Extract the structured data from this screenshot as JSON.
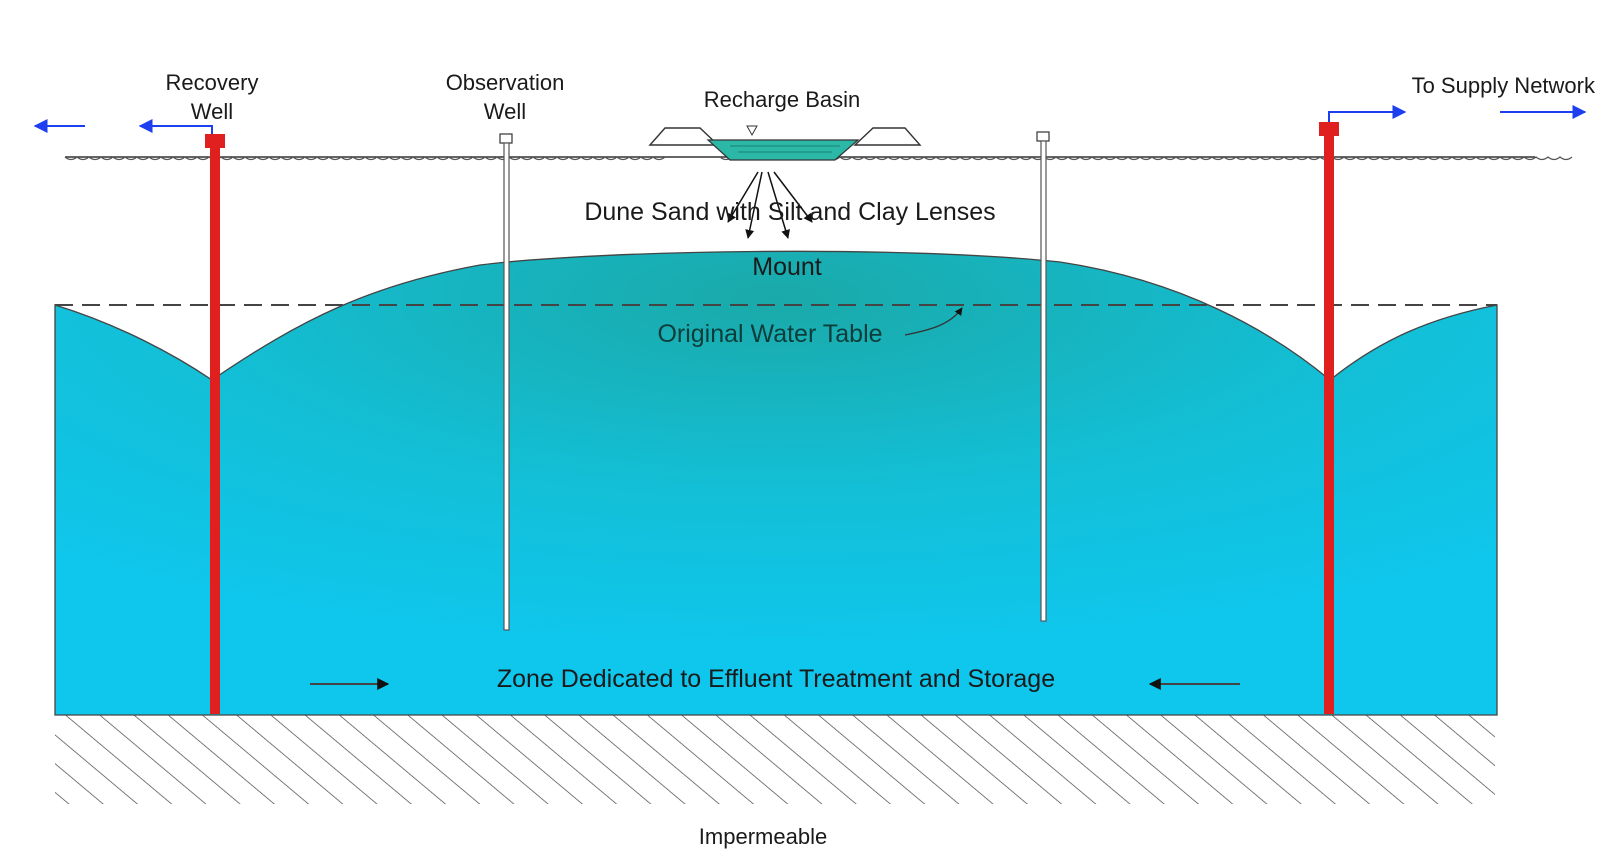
{
  "labels": {
    "recovery_well_line1": "Recovery",
    "recovery_well_line2": "Well",
    "observation_well_line1": "Observation",
    "observation_well_line2": "Well",
    "recharge_basin": "Recharge Basin",
    "supply_network": "To Supply Network",
    "dune_sand": "Dune Sand with Silt and Clay Lenses",
    "mount": "Mount",
    "original_water_table": "Original Water Table",
    "treatment_zone": "Zone Dedicated to Effluent Treatment and Storage",
    "impermeable": "Impermeable"
  },
  "colors": {
    "groundwater_blue": "#12c2e6",
    "mound_teal": "#1aa9a9",
    "basin_water": "#2bb8a6",
    "well_red": "#e0201e",
    "flow_arrow_blue": "#1e3ff0",
    "outline": "#333333"
  },
  "icons": {
    "flow_arrow": "arrow-icon",
    "basin_marker": "water-level-triangle-icon"
  }
}
